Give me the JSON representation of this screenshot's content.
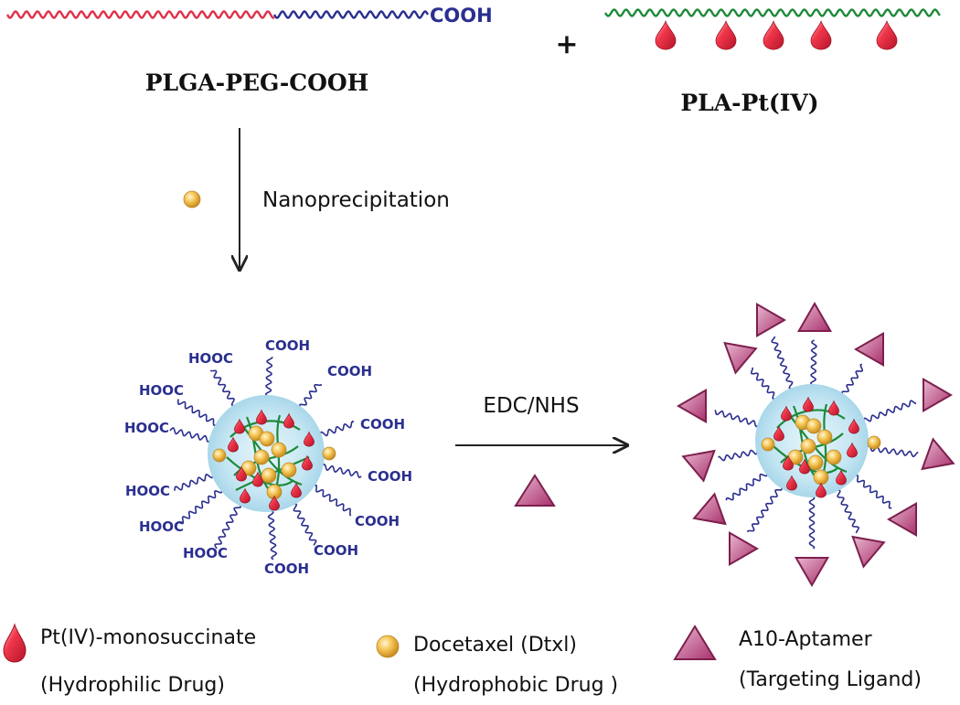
{
  "reactants": {
    "polymer1_label": "PLGA-PEG-COOH",
    "polymer1_end_group": "COOH",
    "plus_sign": "+",
    "polymer2_label": "PLA-Pt(IV)"
  },
  "steps": {
    "step1_label": "Nanoprecipitation",
    "step2_label": "EDC/NHS"
  },
  "nanoparticle": {
    "end_groups_right": "COOH",
    "end_groups_left": "HOOC"
  },
  "legend": {
    "platinum_name": "Pt(IV)-monosuccinate",
    "platinum_role": "(Hydrophilic Drug)",
    "docetaxel_name": "Docetaxel (Dtxl)",
    "docetaxel_role": "(Hydrophobic Drug )",
    "aptamer_name": "A10-Aptamer",
    "aptamer_role": "(Targeting Ligand)"
  },
  "colors": {
    "plga_chain": "#e0304a",
    "peg_chain": "#2a2f8f",
    "pla_chain": "#1e8a3a",
    "pt_drop": "#e8253a",
    "docetaxel": "#f2b632",
    "aptamer": "#b0457a",
    "core": "#bfe3f2"
  }
}
